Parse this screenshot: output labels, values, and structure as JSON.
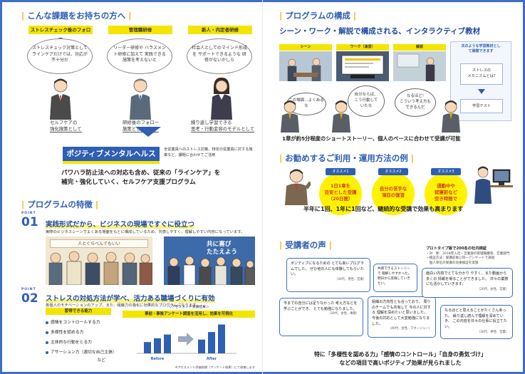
{
  "left": {
    "issues_title": "こんな課題をお持ちの方へ",
    "issues": [
      {
        "label": "ストレスチェック後のフォロー",
        "bubble": "ストレスチェック対策として ラインケアだけでは、対応が 不十分だ",
        "caption_line1": "セルフケアの",
        "caption_line2": "強化施策として"
      },
      {
        "label": "管理職研修",
        "bubble": "リーダー研修や ハラスメント研修に加えて 実践できる施策を考えないと",
        "caption_line1": "研修後のフォロー",
        "caption_line2": "施策として"
      },
      {
        "label": "新人・内定者研修",
        "bubble": "社会人としてのマインド形成を サポートできるような 研修がないかしら",
        "caption_line1": "繰り返し学習できる",
        "caption_line2": "思考・行動変容のモデルとして"
      }
    ],
    "product_name": "ポジティブメンタルヘルス",
    "product_desc": "全従業員へのストレス対策、特定の従業員に対する施策など、課題に合わせてご活用",
    "tagline_line1": "パワハラ防止法への対応も含め、従来の「ラインケア」を",
    "tagline_line2": "補完・強化していく、セルフケア支援プログラム",
    "features_title": "プログラムの特徴",
    "points": [
      {
        "label": "POINT",
        "number": "01",
        "headline": "実践形式だから、ビジネスの現場ですぐに役立つ",
        "sub": "実際のビジネスシーンでよくある場面をもとに構成しているため、共感しやすく、理解しやすい内容になっています。"
      },
      {
        "label": "POINT",
        "number": "02",
        "headline": "ストレスの対処方法が学べ、活力ある職場づくりに有効",
        "sub": "各個人のモチベーションのアップ、また、組織力の強化に効果的なプログラムになります。"
      }
    ],
    "photo1_text": "人とくらべんでもいい",
    "photo2_text_line1": "共に喜び",
    "photo2_text_line2": "たたえよう",
    "list_head": "習得できる能力",
    "list_items": [
      "感情をコントロールする力",
      "多様性を認める力",
      "主体的な行動をとる力",
      "アサーション力（適切な自己主張）"
    ],
    "list_etc": "など",
    "chart_caption": "＜アセスメント受講結果＞",
    "chart_head": "事前・事後アンケート調査を活用し、効果を可視化",
    "chart_note": "※アセスメント評価指標（アンケート結果）にて改善します",
    "chart_data": {
      "type": "bar",
      "categories": [
        "Before",
        "After"
      ],
      "series": [
        {
          "values": [
            18,
            24,
            30
          ]
        },
        {
          "values": [
            22,
            34,
            46
          ]
        }
      ],
      "values_before": [
        18,
        24,
        30
      ],
      "values_after": [
        22,
        34,
        46
      ],
      "title": "",
      "xlabel": "",
      "ylabel": "",
      "ylim": [
        0,
        50
      ],
      "grid": false
    }
  },
  "right": {
    "structure_title": "プログラムの構成",
    "structure_sub": "シーン・ワーク・解説で構成される、インタラクティブ教材",
    "scene_labels": [
      "シーン",
      "ワーク（演習）",
      "解説"
    ],
    "side_title_line1": "次のような学習教材とし",
    "side_title_line2": "て展開できます",
    "side_card1_line1": "ストレスの",
    "side_card1_line2": "メカニズムとは?",
    "side_card2": "学習テスト",
    "bubble1": "この場面…よくあるな",
    "bubble2_line1": "自分ならば、",
    "bubble2_line2": "こう行動して",
    "bubble2_line3": "いたな",
    "bubble3_line1": "なるほど!",
    "bubble3_line2": "こういう考え方も",
    "bubble3_line3": "できるんだ",
    "summary": "1章が約5分程度のショートストーリー、個人のペースに合わせて受講が可能",
    "rec_title": "お勧めするご利用・運用方法の例",
    "recs": [
      {
        "tag": "オススメ1",
        "line1": "1日1章を",
        "line2": "目安とした受講",
        "line3": "（20日間）"
      },
      {
        "tag": "オススメ2",
        "line1": "自分の苦手な",
        "line2": "項目の復習",
        "line3": ""
      },
      {
        "tag": "オススメ3",
        "line1": "通勤中や",
        "line2": "就寝前など",
        "line3": "空き時間で"
      }
    ],
    "rec_summary": "半年に1回、1年に1回など、継続的な受講で効果も高まります",
    "voice_title": "受講者の声",
    "voice_note_head": "プロトタイプ版で200名の社内検証",
    "voice_note_1": "・対　象：2018年入社・営業部の管理職層等、営業部門",
    "voice_note_2": "・検証方法：受講前後に同一アンケートで調査",
    "voice_note_3": "　個人単位の受講の効果検証を実施",
    "voices": [
      {
        "text": "ポジティブになるための とても良いプログラムでした。 ぜひ他の人にも体験してもらいたい。",
        "who": "（30代、男性、営業）"
      },
      {
        "text": "今までの自分には足りなかった 考え方などを学ぶことができ、 とても勉強になりました。",
        "who": "（30代、女性、事務）"
      },
      {
        "text": "共感できるストーリーで 理解しやすかった。 明日から実践していきたい。",
        "who": ""
      },
      {
        "text": "組織の方向性とも合っており、 周りのチームでも共有して 今の人に対する 理解を深めたいと思いました。 今後の対応として大変勉強になりました。",
        "who": "（40代、女性、マネージャー）"
      },
      {
        "text": "面白い内容でとても分かり やすく、また動画から多くの 情報を得ることができました。 日々の業務にも活かしていきます。",
        "who": "（20代、女性、営業）"
      },
      {
        "text": "なるほどと思えることがたくさんあった。 繰り返し読んで理解を深めていき、 この内容を日々の仕事に役立てたい。",
        "who": "（30代、男性、営業）"
      }
    ],
    "final_line1": "特に「多様性を認める力」「感情のコントロール」「自身の勇気づけ」",
    "final_line2": "などの項目で高いポジティブ効果が見られました"
  }
}
